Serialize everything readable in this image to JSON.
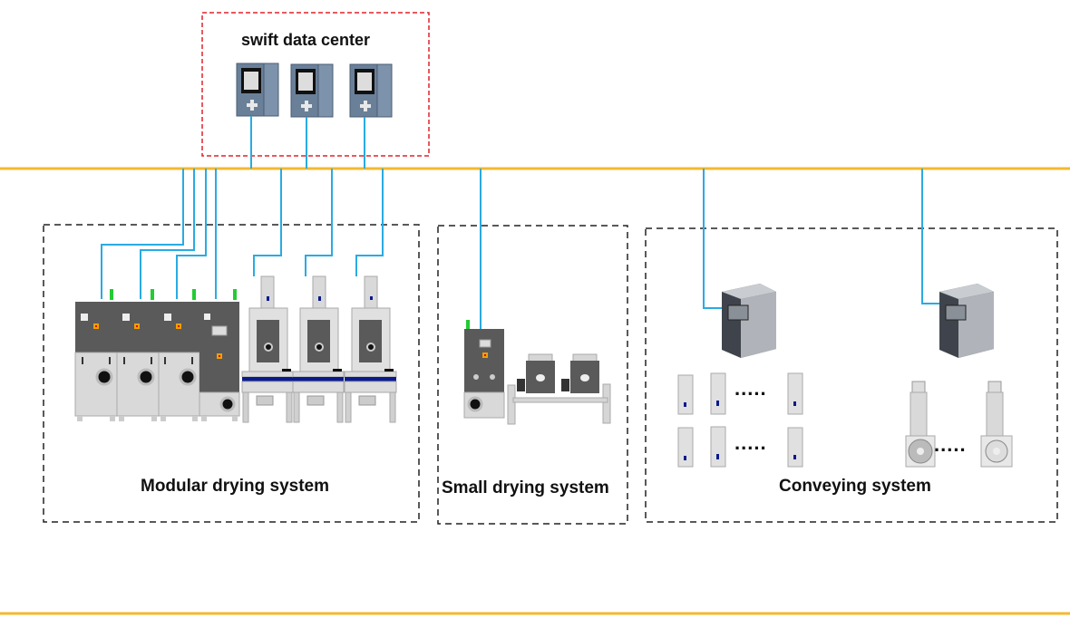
{
  "title": "swift data center",
  "groups": {
    "modular": "Modular drying system",
    "small": "Small drying system",
    "conveying": "Conveying system"
  },
  "colors": {
    "bus": "#f5b82e",
    "link": "#29abe2",
    "datacenter_border": "#e0222a",
    "group_border": "#222222",
    "machine_dark": "#5a5a5a",
    "machine_light": "#d9d9d9",
    "accent_blue": "#0a1a8c",
    "indicator_green": "#22cc33"
  },
  "legend": {
    "ellipsis": "....."
  }
}
